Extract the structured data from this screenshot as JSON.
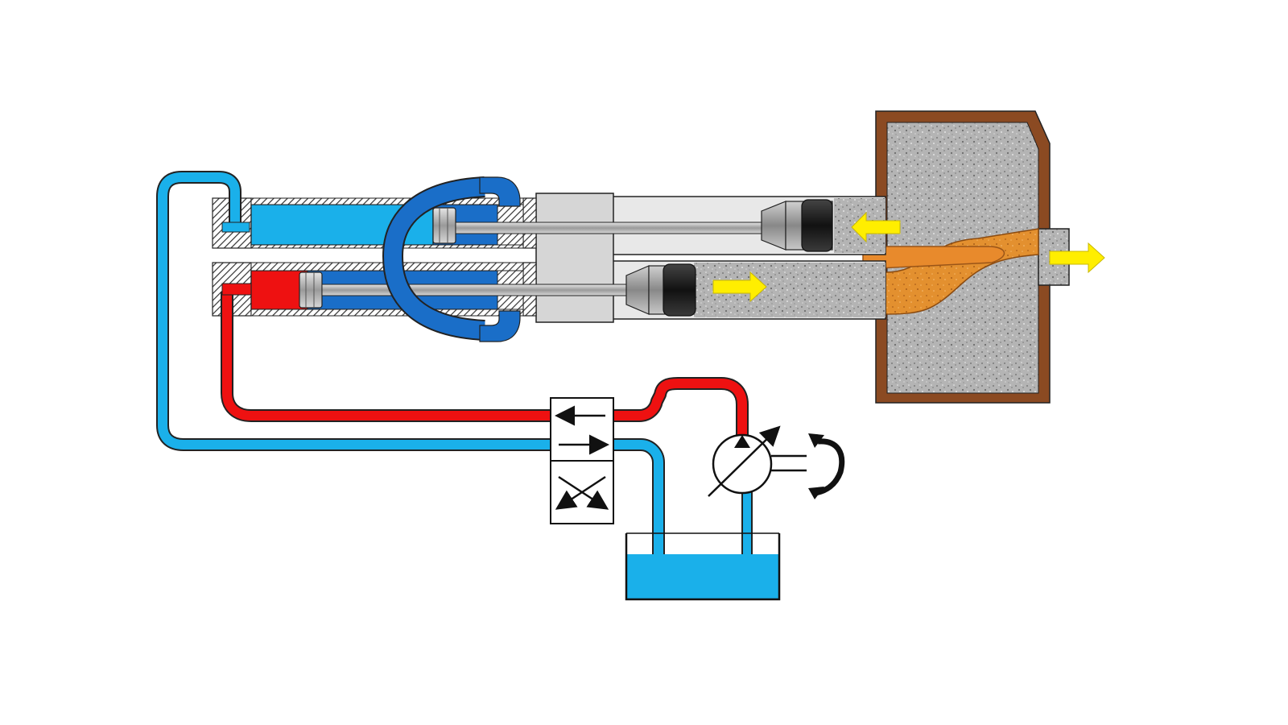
{
  "diagram": {
    "kind": "hydraulic twin-cylinder piston concrete pump schematic",
    "labels": [],
    "colors": {
      "pressure_line": "#ee1111",
      "return_line": "#1ab0ea",
      "cylinder_blue": "#1a6ec8",
      "cylinder_light": "#1ab0ea",
      "concrete_grey": "#a8a8a8",
      "concrete_orange": "#e88a2c",
      "hopper_wall": "#8b4a22",
      "flow_arrow": "#ffee00",
      "steel": "#c8c8c8",
      "piston_black": "#222222",
      "outline": "#111111"
    },
    "components": [
      {
        "name": "hydraulic-cylinder-top",
        "state": "retracting"
      },
      {
        "name": "hydraulic-cylinder-bottom",
        "state": "extending"
      },
      {
        "name": "crossover-hose",
        "state": "connected"
      },
      {
        "name": "water-box",
        "state": "static"
      },
      {
        "name": "concrete-cylinder-top",
        "state": "suction"
      },
      {
        "name": "concrete-cylinder-bottom",
        "state": "delivery"
      },
      {
        "name": "s-tube-valve",
        "state": "aligned-to-bottom"
      },
      {
        "name": "hopper",
        "state": "filled"
      },
      {
        "name": "directional-control-valve",
        "state": "position-1"
      },
      {
        "name": "variable-displacement-pump",
        "state": "running"
      },
      {
        "name": "oil-tank",
        "state": "filled"
      }
    ],
    "flow_arrows": [
      {
        "name": "suction-arrow",
        "direction": "left"
      },
      {
        "name": "delivery-arrow",
        "direction": "right"
      },
      {
        "name": "outlet-arrow",
        "direction": "right"
      }
    ]
  }
}
